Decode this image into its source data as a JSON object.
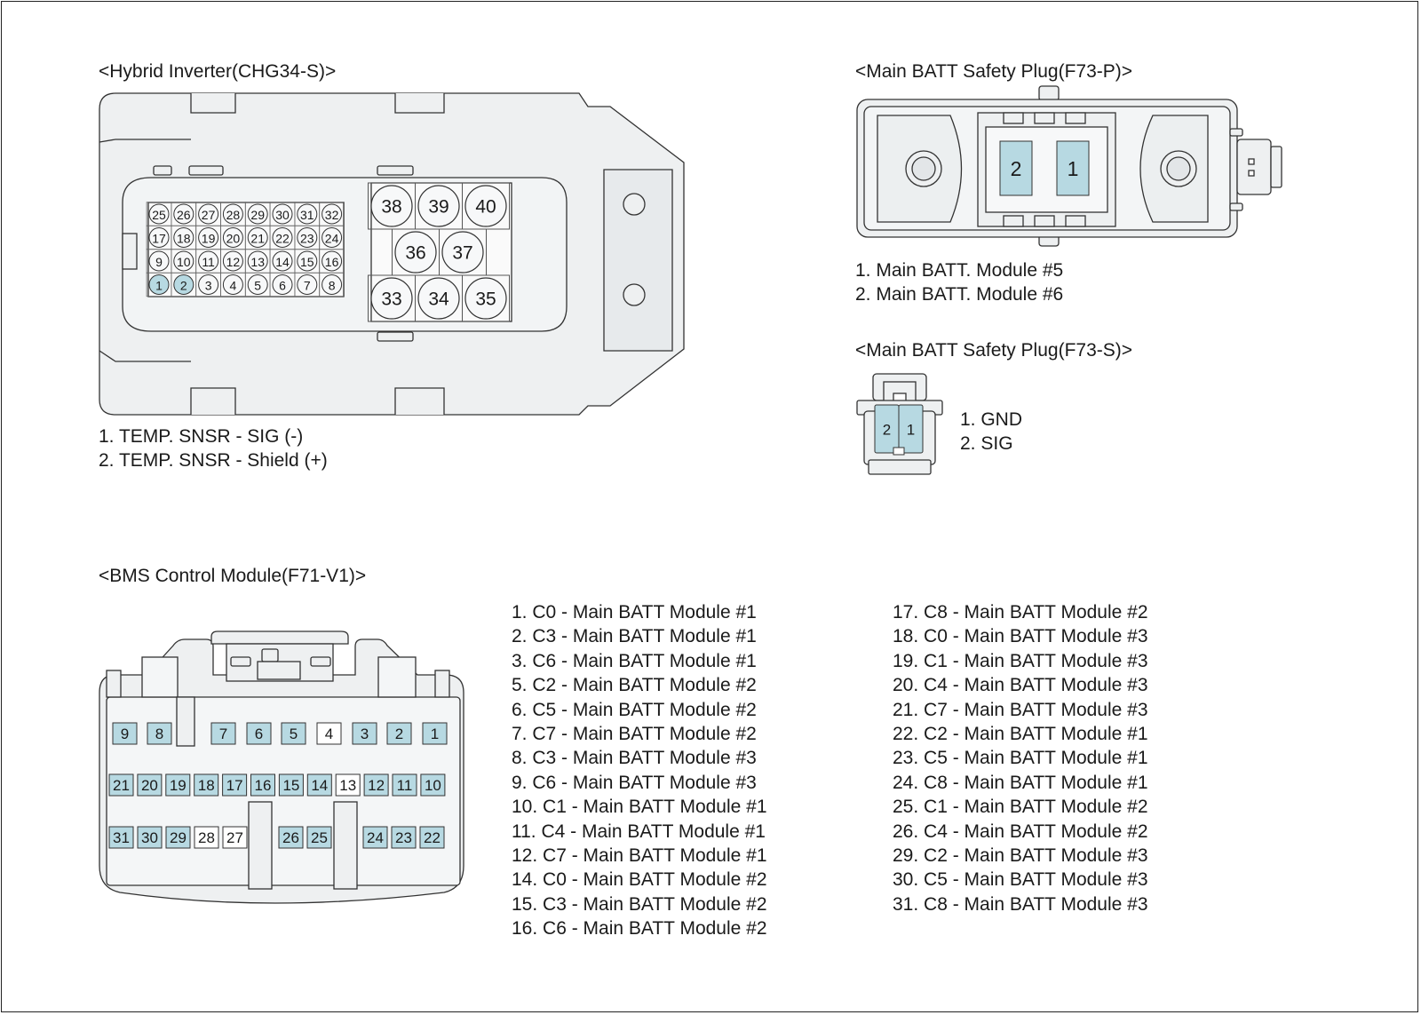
{
  "hybrid_inverter": {
    "title": "<Hybrid Inverter(CHG34-S)>",
    "small_pins": {
      "row1": [
        "25",
        "26",
        "27",
        "28",
        "29",
        "30",
        "31",
        "32"
      ],
      "row2": [
        "17",
        "18",
        "19",
        "20",
        "21",
        "22",
        "23",
        "24"
      ],
      "row3": [
        "9",
        "10",
        "11",
        "12",
        "13",
        "14",
        "15",
        "16"
      ],
      "row4": [
        "1",
        "2",
        "3",
        "4",
        "5",
        "6",
        "7",
        "8"
      ]
    },
    "highlighted_pins": [
      "1",
      "2"
    ],
    "large_pins": {
      "top": [
        "38",
        "39",
        "40"
      ],
      "middle": [
        "36",
        "37"
      ],
      "bottom": [
        "33",
        "34",
        "35"
      ]
    },
    "legend": [
      "1. TEMP. SNSR - SIG (-)",
      "2. TEMP. SNSR - Shield (+)"
    ]
  },
  "safety_plug_p": {
    "title": "<Main BATT Safety Plug(F73-P)>",
    "pins": [
      "2",
      "1"
    ],
    "legend": [
      "1. Main BATT. Module #5",
      "2. Main BATT. Module #6"
    ]
  },
  "safety_plug_s": {
    "title": "<Main BATT Safety Plug(F73-S)>",
    "pins": [
      "2",
      "1"
    ],
    "legend": [
      "1. GND",
      "2. SIG"
    ]
  },
  "bms": {
    "title": "<BMS Control Module(F71-V1)>",
    "row1": [
      "9",
      "8",
      "7",
      "6",
      "5",
      "4",
      "3",
      "2",
      "1"
    ],
    "row2": [
      "21",
      "20",
      "19",
      "18",
      "17",
      "16",
      "15",
      "14",
      "13",
      "12",
      "11",
      "10"
    ],
    "row3": [
      "31",
      "30",
      "29",
      "28",
      "27",
      "26",
      "25",
      "24",
      "23",
      "22"
    ],
    "unhighlighted_pins": [
      "4",
      "13",
      "28",
      "27"
    ],
    "legend_left": [
      "1. C0 - Main BATT Module #1",
      "2. C3 - Main BATT Module #1",
      "3. C6 - Main BATT Module #1",
      "5. C2 - Main BATT Module #2",
      "6. C5 - Main BATT Module #2",
      "7. C7 - Main BATT Module #2",
      "8. C3 - Main BATT Module #3",
      "9. C6 - Main BATT Module #3",
      "10. C1 - Main BATT Module #1",
      "11. C4 - Main BATT Module #1",
      "12. C7 - Main BATT Module #1",
      "14. C0 - Main BATT Module #2",
      "15. C3 - Main BATT Module #2",
      "16. C6 - Main BATT Module #2"
    ],
    "legend_right": [
      "17. C8 - Main BATT Module #2",
      "18. C0 - Main BATT Module #3",
      "19. C1 - Main BATT Module #3",
      "20. C4 - Main BATT Module #3",
      "21. C7 - Main BATT Module #3",
      "22. C2 - Main BATT Module #1",
      "23. C5 - Main BATT Module #1",
      "24. C8 - Main BATT Module #1",
      "25. C1 - Main BATT Module #2",
      "26. C4 - Main BATT Module #2",
      "29. C2 - Main BATT Module #3",
      "30. C5 - Main BATT Module #3",
      "31. C8 - Main BATT Module #3"
    ]
  },
  "colors": {
    "connector_fill": "#eef0f1",
    "pin_highlight": "#b7d9e2",
    "outline": "#333333"
  }
}
